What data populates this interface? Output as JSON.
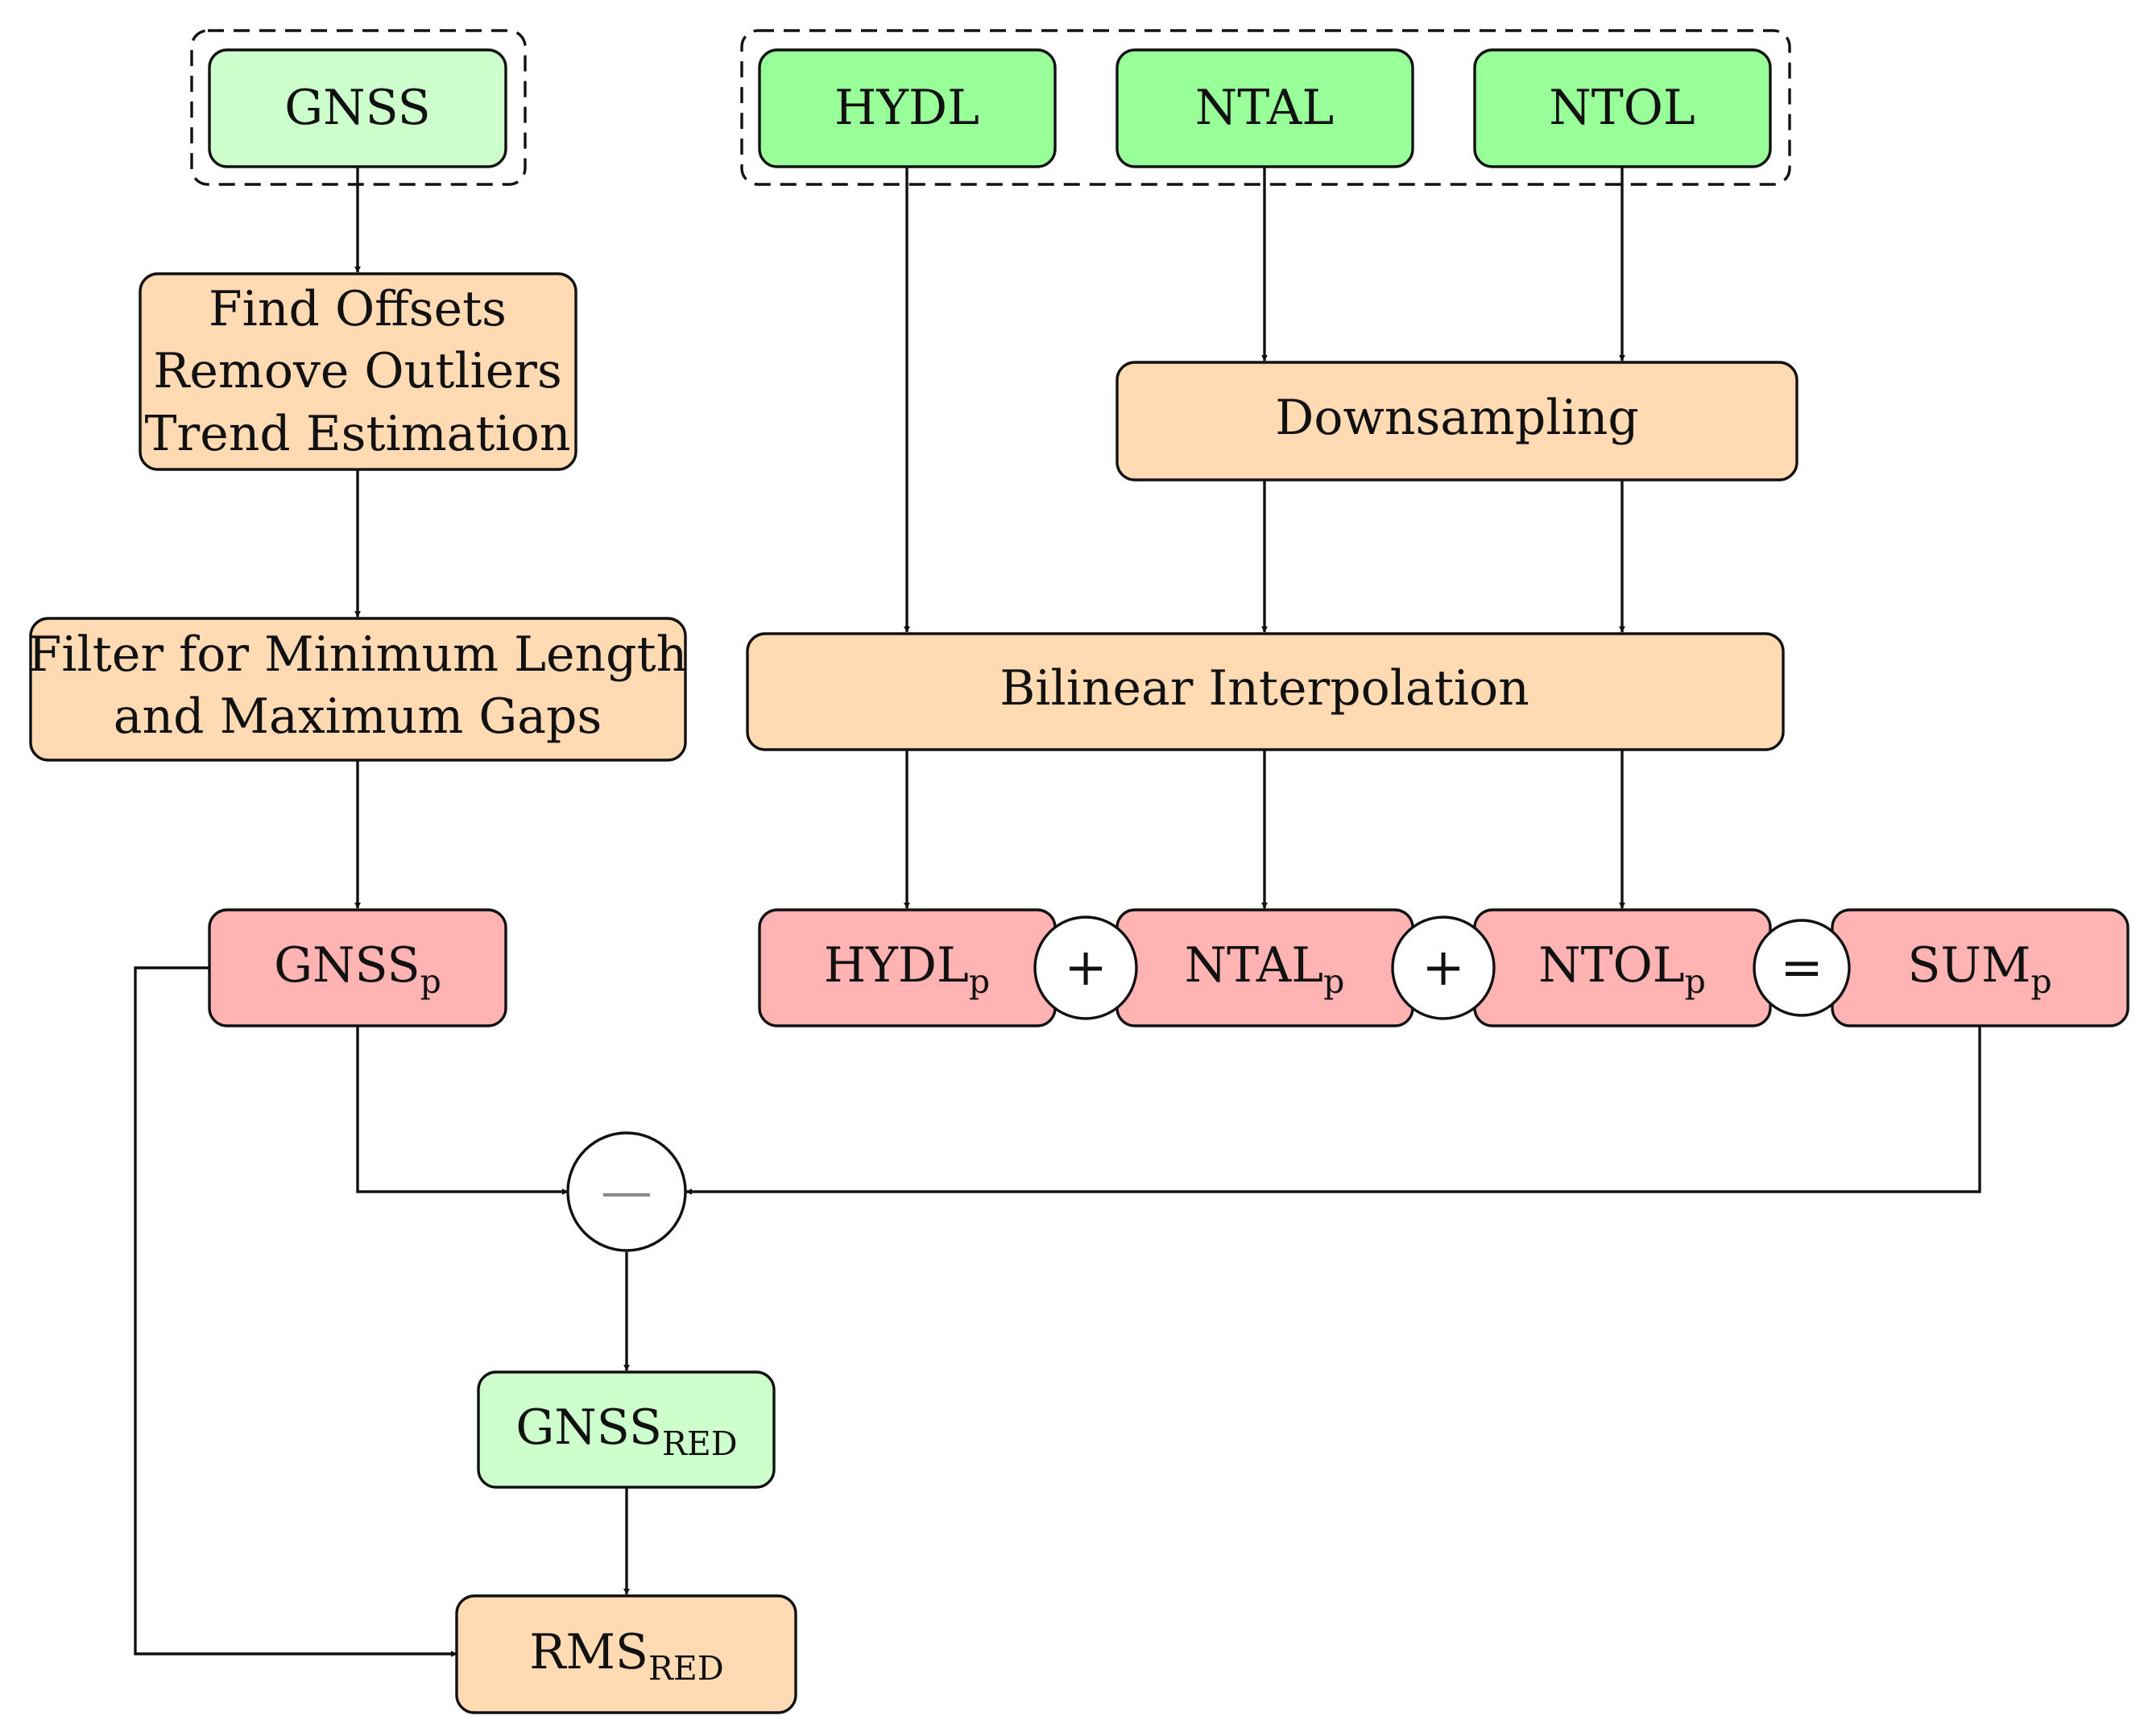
{
  "colors": {
    "input_light": "#ccffcc",
    "input_green": "#99ff99",
    "process": "#ffdab3",
    "product": "#ffb3b3",
    "stroke": "#111111"
  },
  "nodes": {
    "gnss": {
      "label": "GNSS"
    },
    "hydl": {
      "label": "HYDL"
    },
    "ntal": {
      "label": "NTAL"
    },
    "ntol": {
      "label": "NTOL"
    },
    "preprocess": {
      "lines": [
        "Find Offsets",
        "Remove Outliers",
        "Trend Estimation"
      ]
    },
    "downsampling": {
      "label": "Downsampling"
    },
    "filter": {
      "lines": [
        "Filter for Minimum Length",
        "and Maximum Gaps"
      ]
    },
    "bilinear": {
      "label": "Bilinear Interpolation"
    },
    "gnss_p": {
      "label": "GNSS",
      "sub": "p"
    },
    "hydl_p": {
      "label": "HYDL",
      "sub": "p"
    },
    "ntal_p": {
      "label": "NTAL",
      "sub": "p"
    },
    "ntol_p": {
      "label": "NTOL",
      "sub": "p"
    },
    "sum_p": {
      "label": "SUM",
      "sub": "p"
    },
    "gnss_red": {
      "label": "GNSS",
      "sub": "RED"
    },
    "rms_red": {
      "label": "RMS",
      "sub": "RED"
    }
  },
  "operators": {
    "plus1": "+",
    "plus2": "+",
    "equals": "=",
    "minus": "—"
  }
}
